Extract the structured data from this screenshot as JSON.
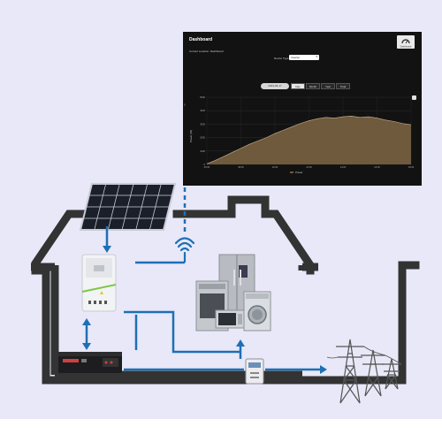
{
  "dashboard": {
    "title": "Dashboard",
    "subtitle": "Current Location: Dashboard",
    "device_type_label": "Device Type:",
    "device_type_value": "Inverter",
    "date_value": "2023-06-17",
    "ranges": [
      "Day",
      "Month",
      "Year",
      "Total"
    ],
    "active_range": "Day",
    "y_axis_label": "Power (W)",
    "legend": "Power"
  },
  "chart_data": {
    "type": "area",
    "title": "",
    "xlabel": "",
    "ylabel": "Power (W)",
    "ylim": [
      0,
      5000
    ],
    "yticks": [
      0,
      1000,
      2000,
      3000,
      4000,
      5000
    ],
    "xticks": [
      "06:00",
      "08:00",
      "10:00",
      "12:00",
      "14:00",
      "16:00",
      "18:00"
    ],
    "x": [
      "06:00",
      "06:30",
      "07:00",
      "07:30",
      "08:00",
      "08:30",
      "09:00",
      "09:30",
      "10:00",
      "10:30",
      "11:00",
      "11:30",
      "12:00",
      "12:30",
      "13:00",
      "13:30",
      "14:00",
      "14:30",
      "15:00",
      "15:30",
      "16:00",
      "16:30",
      "17:00",
      "17:30",
      "18:00"
    ],
    "series": [
      {
        "name": "Power",
        "values": [
          50,
          300,
          600,
          900,
          1200,
          1500,
          1750,
          2000,
          2300,
          2550,
          2800,
          3050,
          3250,
          3400,
          3500,
          3450,
          3550,
          3600,
          3500,
          3550,
          3450,
          3300,
          3200,
          3050,
          2950
        ]
      }
    ],
    "colors": {
      "fill": "#6f5a3e",
      "line": "#c9b48f"
    },
    "grid": true
  },
  "colors": {
    "house_outline": "#333333",
    "flow_line": "#1e6fb5",
    "wifi_line": "#1e6fb5"
  },
  "icons": [
    "solar-panel-icon",
    "inverter-icon",
    "battery-icon",
    "appliances-icon",
    "smart-meter-icon",
    "power-grid-icon",
    "wifi-icon",
    "dashboard-icon"
  ]
}
